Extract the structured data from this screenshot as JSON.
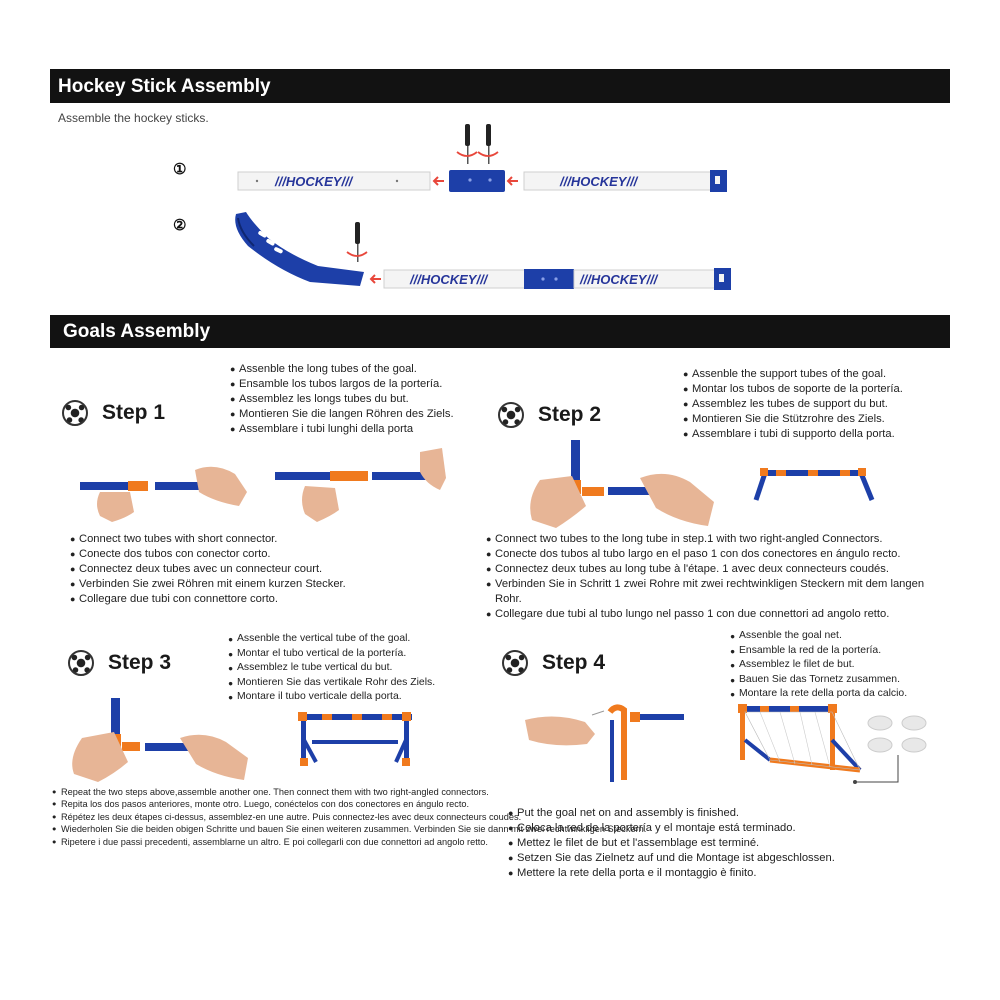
{
  "header1": {
    "title": "Hockey Stick Assembly"
  },
  "intro": "Assemble the hockey sticks.",
  "stick_steps": {
    "one": "①",
    "two": "②"
  },
  "stick_brand": "///HOCKEY///",
  "header2": {
    "title": "Goals Assembly"
  },
  "step1": {
    "label": "Step 1",
    "top": [
      "Assenble the long tubes of the goal.",
      "Ensamble los tubos largos de la portería.",
      "Assemblez les longs tubes du but.",
      "Montieren Sie die langen Röhren des Ziels.",
      "Assemblare i tubi lunghi della porta"
    ],
    "bottom": [
      "Connect two tubes with short connector.",
      "Conecte dos tubos con conector corto.",
      "Connectez deux tubes avec un connecteur court.",
      "Verbinden Sie zwei Röhren mit einem kurzen Stecker.",
      "Collegare due tubi con connettore corto."
    ]
  },
  "step2": {
    "label": "Step 2",
    "top": [
      "Assenble the support tubes of the goal.",
      "Montar los tubos de soporte de la portería.",
      "Assemblez les tubes de support du but.",
      "Montieren Sie die Stützrohre des Ziels.",
      "Assemblare i tubi di supporto della porta."
    ],
    "bottom": [
      "Connect two tubes to the long tube in step.1 with two right-angled Connectors.",
      "Conecte dos tubos al tubo largo en el paso 1 con dos conectores en ángulo recto.",
      "Connectez deux tubes au long tube à l'étape. 1 avec deux connecteurs coudés.",
      "Verbinden Sie in Schritt 1 zwei Rohre mit zwei rechtwinkligen Steckern mit dem langen Rohr.",
      "Collegare due tubi al tubo lungo nel passo 1 con due connettori ad angolo retto."
    ]
  },
  "step3": {
    "label": "Step 3",
    "top": [
      "Assenble the vertical tube of the goal.",
      "Montar el tubo vertical de la portería.",
      "Assemblez le tube vertical du but.",
      "Montieren Sie das vertikale Rohr des Ziels.",
      "Montare il tubo verticale della porta."
    ],
    "bottom": [
      "Repeat the two steps above,assemble another one. Then connect them with two right-angled connectors.",
      "Repita los dos pasos anteriores, monte otro. Luego, conéctelos con dos conectores en ángulo recto.",
      "Répétez les deux étapes ci-dessus, assemblez-en une autre. Puis connectez-les avec deux connecteurs coudés.",
      "Wiederholen Sie die beiden obigen Schritte und bauen Sie einen weiteren zusammen. Verbinden Sie sie dann mit zwei rechtwinkligen Steckern.",
      "Ripetere i due passi precedenti, assemblarne un altro. E poi collegarli con due connettori ad angolo retto."
    ]
  },
  "step4": {
    "label": "Step 4",
    "top": [
      "Assenble the goal net.",
      "Ensamble la red de la portería.",
      "Assemblez le filet de but.",
      "Bauen Sie das Tornetz zusammen.",
      "Montare la rete della porta da calcio."
    ],
    "bottom": [
      "Put the goal net on and assembly is finished.",
      "Coloca la red de la portería y el montaje está terminado.",
      "Mettez le filet de but et l'assemblage est terminé.",
      "Setzen Sie das Zielnetz auf und die Montage ist abgeschlossen.",
      "Mettere la rete della porta e il montaggio è finito."
    ]
  },
  "colors": {
    "tube_blue": "#1d3fa8",
    "connector_orange": "#f07a1e",
    "skin": "#e7b596",
    "header_bg": "#121212",
    "arrow_red": "#e8473b"
  }
}
